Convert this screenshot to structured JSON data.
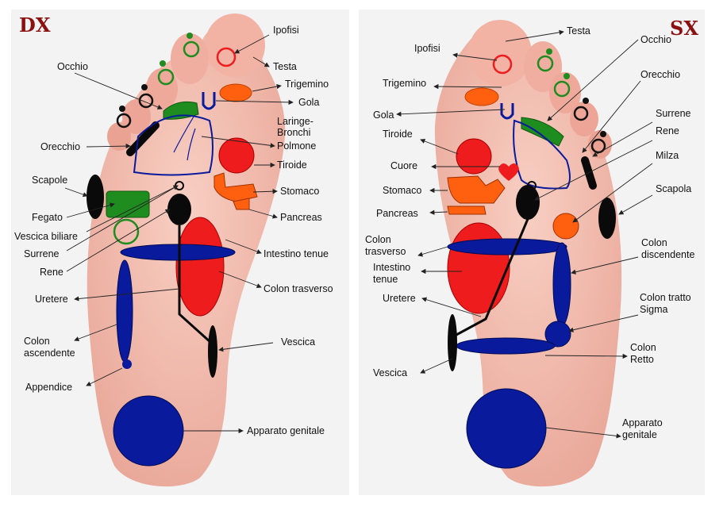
{
  "left_panel": {
    "side_label": "DX",
    "labels": {
      "ipofisi": "Ipofisi",
      "testa": "Testa",
      "occhio": "Occhio",
      "trigemino": "Trigemino",
      "gola": "Gola",
      "laringe_1": "Laringe-",
      "laringe_2": "Bronchi",
      "polmone": "Polmone",
      "orecchio": "Orecchio",
      "tiroide": "Tiroide",
      "scapole": "Scapole",
      "stomaco": "Stomaco",
      "fegato": "Fegato",
      "pancreas": "Pancreas",
      "vescica_biliare": "Vescica biliare",
      "surrene": "Surrene",
      "intestino_tenue": "Intestino tenue",
      "rene": "Rene",
      "colon_trasverso": "Colon trasverso",
      "uretere": "Uretere",
      "colon_asc_1": "Colon",
      "colon_asc_2": "ascendente",
      "vescica": "Vescica",
      "appendice": "Appendice",
      "apparato_genitale": "Apparato genitale"
    }
  },
  "right_panel": {
    "side_label": "SX",
    "labels": {
      "testa": "Testa",
      "occhio": "Occhio",
      "ipofisi": "Ipofisi",
      "orecchio": "Orecchio",
      "trigemino": "Trigemino",
      "surrene": "Surrene",
      "gola": "Gola",
      "rene": "Rene",
      "tiroide": "Tiroide",
      "milza": "Milza",
      "cuore": "Cuore",
      "stomaco": "Stomaco",
      "scapola": "Scapola",
      "pancreas": "Pancreas",
      "colon_tras_1": "Colon",
      "colon_tras_2": "trasverso",
      "colon_disc_1": "Colon",
      "colon_disc_2": "discendente",
      "intestino_1": "Intestino",
      "intestino_2": "tenue",
      "uretere": "Uretere",
      "colon_sigma_1": "Colon tratto",
      "colon_sigma_2": "Sigma",
      "colon_retto_1": "Colon",
      "colon_retto_2": "Retto",
      "vescica": "Vescica",
      "apparato_1": "Apparato",
      "apparato_2": "genitale"
    }
  },
  "colors": {
    "red_zone": "#ee1c1c",
    "blue_zone": "#0a1a9c",
    "green_zone": "#1f8c1f",
    "orange_zone": "#ff6010",
    "black_zone": "#0a0a0a",
    "skin": "#f2b7aa",
    "side_label": "#8b1010"
  }
}
